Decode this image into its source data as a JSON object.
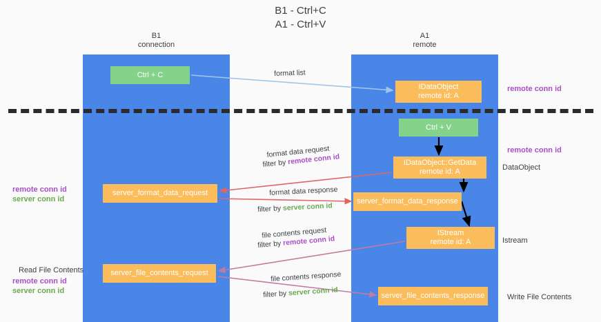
{
  "title": {
    "line1": "B1 - Ctrl+C",
    "line2": "A1 - Ctrl+V"
  },
  "lanes": [
    {
      "name": "b1",
      "line1": "B1",
      "line2": "connection",
      "color": "#4a86e8"
    },
    {
      "name": "a1",
      "line1": "A1",
      "line2": "remote",
      "color": "#4a86e8"
    }
  ],
  "nodes": {
    "ctrl_c": {
      "line1": "Ctrl + C",
      "line2": "",
      "color": "#85d28a"
    },
    "idataobject": {
      "line1": "IDataObject",
      "line2": "remote id: A",
      "color": "#fbbc5c"
    },
    "ctrl_v": {
      "line1": "Ctrl + V",
      "line2": "",
      "color": "#85d28a"
    },
    "getdata": {
      "line1": "IDataObject::GetData",
      "line2": "remote id: A",
      "color": "#fbbc5c"
    },
    "server_format_data_request": {
      "line1": "server_format_data_request",
      "line2": "",
      "color": "#fbbc5c"
    },
    "server_format_data_response": {
      "line1": "server_format_data_response",
      "line2": "",
      "color": "#fbbc5c"
    },
    "istream": {
      "line1": "IStream",
      "line2": "remote id: A",
      "color": "#fbbc5c"
    },
    "server_file_contents_request": {
      "line1": "server_file_contents_request",
      "line2": "",
      "color": "#fbbc5c"
    },
    "server_file_contents_response": {
      "line1": "server_file_contents_response",
      "line2": "",
      "color": "#fbbc5c"
    }
  },
  "edge_labels": {
    "format_list": "format list",
    "format_data_request": "format data request",
    "format_data_request_filter_prefix": "filter by ",
    "format_data_request_filter_key": "remote conn id",
    "format_data_response": "format data response",
    "format_data_response_filter_prefix": "filter by ",
    "format_data_response_filter_key": "server conn id",
    "file_contents_request": "file contents request",
    "file_contents_request_filter_prefix": "filter by ",
    "file_contents_request_filter_key": "remote conn id",
    "file_contents_response": "file contents response",
    "file_contents_response_filter_prefix": "filter by ",
    "file_contents_response_filter_key": "server conn id"
  },
  "annotations": {
    "remote_conn_id_top": "remote conn id",
    "remote_conn_id_mid": "remote conn id",
    "dataobject": "DataObject",
    "istream": "Istream",
    "write_file_contents": "Write File Contents",
    "read_file_contents": "Read File Contents",
    "left_mid_remote": "remote conn id",
    "left_mid_server": "server conn id",
    "left_bot_remote": "remote conn id",
    "left_bot_server": "server conn id"
  },
  "colors": {
    "lane": "#4a86e8",
    "green_node": "#85d28a",
    "orange_node": "#fbbc5c",
    "purple_text": "#a94fc4",
    "green_text": "#6aa84f",
    "divider": "#2b2b2b",
    "arrow_blue": "#9fc5e8",
    "arrow_red": "#e06666",
    "arrow_magenta": "#c27ba0",
    "arrow_black": "#000000",
    "background": "#fafafa"
  }
}
